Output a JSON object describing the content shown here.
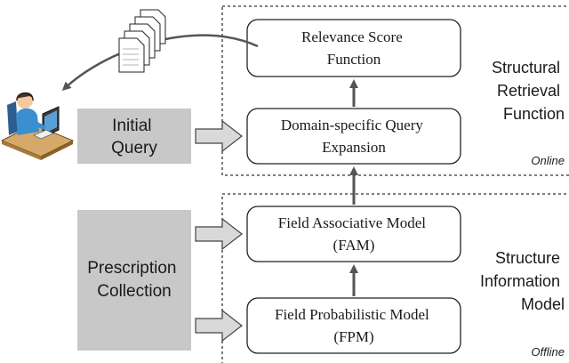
{
  "online_region": {
    "title_lines": [
      "Structural",
      "Retrieval",
      "Function"
    ],
    "tag": "Online"
  },
  "offline_region": {
    "title_lines": [
      "Structure",
      "Information",
      "Model"
    ],
    "tag": "Offline"
  },
  "boxes": {
    "relevance": [
      "Relevance Score",
      "Function"
    ],
    "expansion": [
      "Domain-specific Query",
      "Expansion"
    ],
    "fam": [
      "Field Associative Model",
      "(FAM)"
    ],
    "fpm": [
      "Field Probabilistic Model",
      "(FPM)"
    ]
  },
  "inputs": {
    "initial_query": [
      "Initial",
      "Query"
    ],
    "prescription": [
      "Prescription",
      "Collection"
    ]
  },
  "icons": [
    "documents-stack-icon",
    "user-at-computer-icon"
  ],
  "colors": {
    "gray_box": "#c8c8c8",
    "arrow_fill": "#d9d9d9",
    "dark_arrow": "#555555"
  }
}
